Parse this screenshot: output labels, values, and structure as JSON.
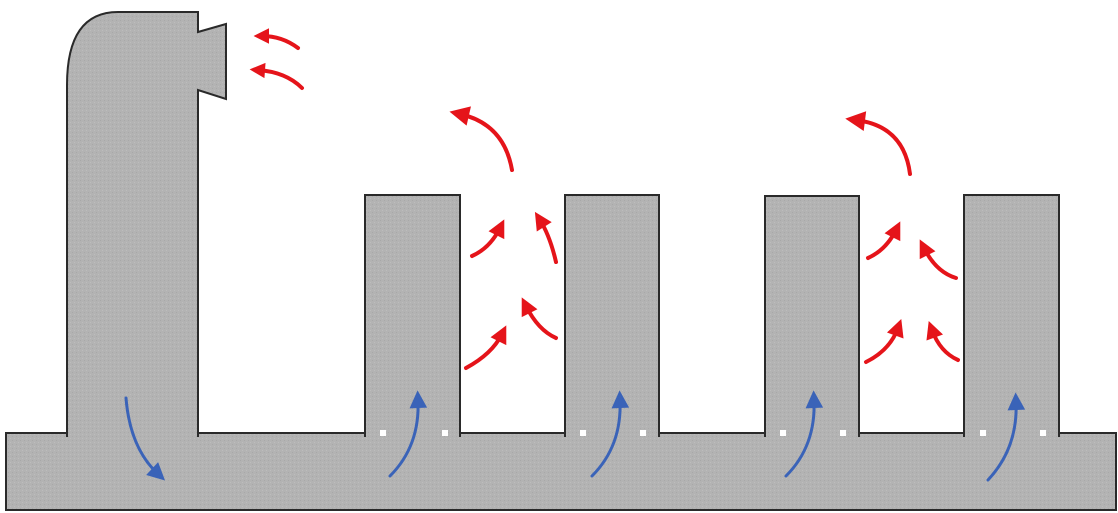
{
  "colors": {
    "background": "#ffffff",
    "structure_fill": "#b3b3b3",
    "structure_stroke": "#2a2a2a",
    "exhaust_arrow": "#e5141a",
    "intake_arrow": "#3a63b8"
  },
  "elements": {
    "stack": {
      "icon": "exhaust-stack"
    },
    "pipe": {
      "icon": "base-pipe"
    },
    "fins": {
      "icon": "heat-fin",
      "count": 4
    },
    "hot_air_flow": {
      "icon": "red-curved-arrow"
    },
    "cool_air_flow": {
      "icon": "blue-curved-arrow"
    }
  }
}
